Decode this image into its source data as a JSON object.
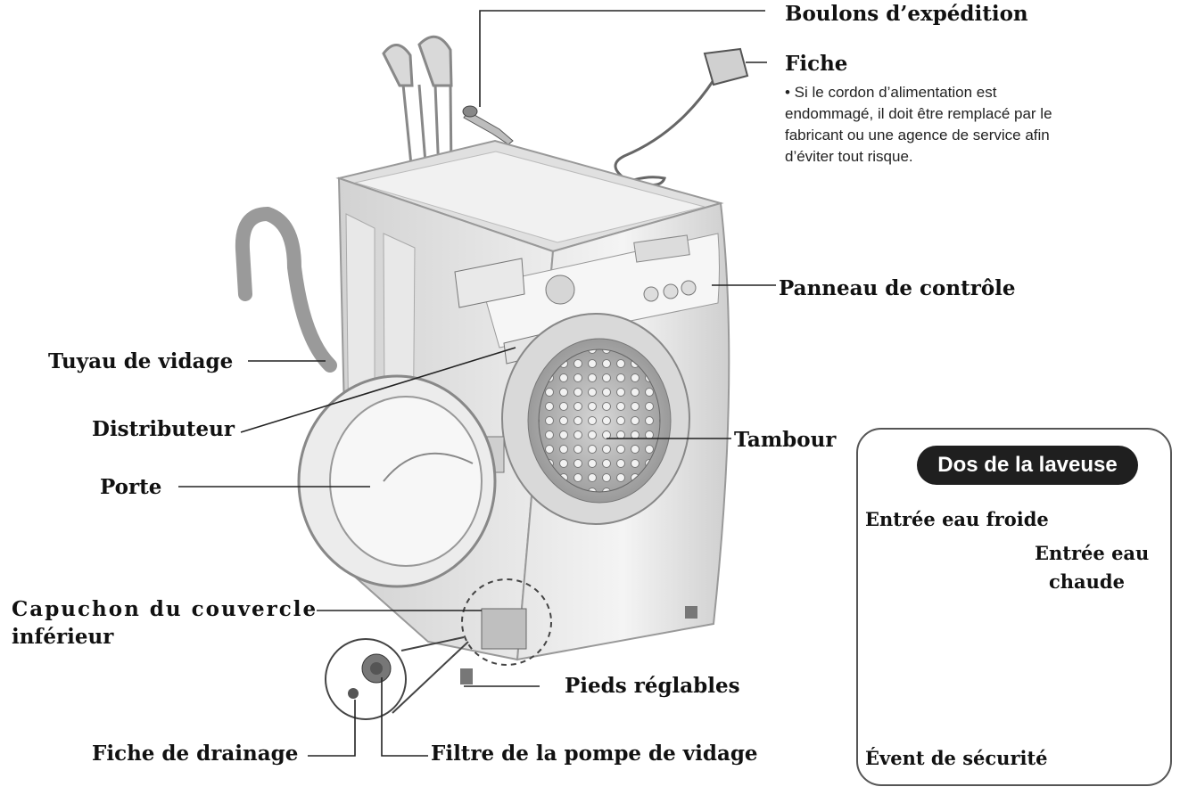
{
  "labels": {
    "shipping_bolts": "Boulons d’expédition",
    "plug": "Fiche",
    "plug_note": "• Si le cordon d’alimentation est endommagé, il doit être remplacé par le fabricant ou une agence de service afin d’éviter tout risque.",
    "control_panel": "Panneau de contrôle",
    "drain_hose": "Tuyau de vidage",
    "dispenser": "Distributeur",
    "drum": "Tambour",
    "door": "Porte",
    "lower_cover_cap_1": "Capuchon du couvercle",
    "lower_cover_cap_2": "inférieur",
    "adjustable_feet": "Pieds réglables",
    "drain_plug": "Fiche de drainage",
    "drain_pump_filter": "Filtre de la pompe de vidage"
  },
  "back_panel": {
    "title": "Dos de la laveuse",
    "cold_inlet": "Entrée eau froide",
    "hot_inlet_1": "Entrée eau",
    "hot_inlet_2": "chaude",
    "safety_vent": "Évent de sécurité"
  }
}
